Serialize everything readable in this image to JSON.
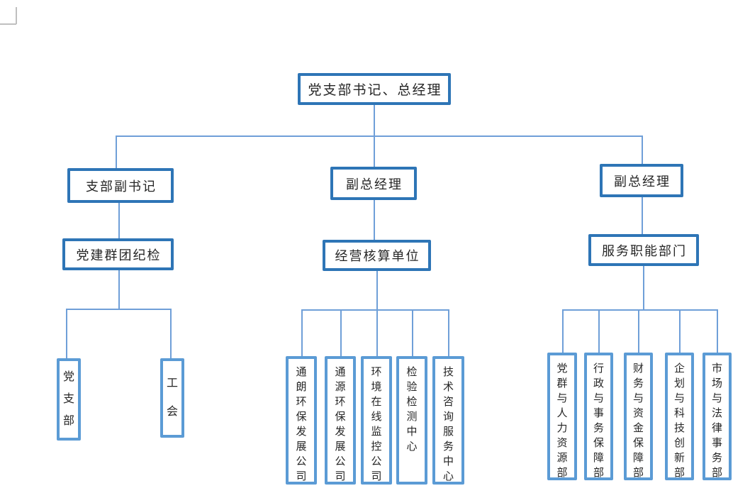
{
  "colors": {
    "border_dark": "#2E75B6",
    "border_light": "#5B9BD5",
    "connector": "#6f9fd8",
    "text": "#262626",
    "page_bg": "#ffffff",
    "mark": "#bfbfbf"
  },
  "org": {
    "root": "党支部书记、总经理",
    "level2": [
      "支部副书记",
      "副总经理",
      "副总经理"
    ],
    "level3": [
      "党建群团纪检",
      "经营核算单位",
      "服务职能部门"
    ],
    "party_units": [
      "党支部",
      "工会"
    ],
    "business_units": [
      "通朗环保发展公司",
      "通源环保发展公司",
      "环境在线监控公司",
      "检验检测中心",
      "技术咨询服务中心"
    ],
    "service_departments": [
      "党群与人力资源部",
      "行政与事务保障部",
      "财务与资金保障部",
      "企划与科技创新部",
      "市场与法律事务部"
    ]
  }
}
